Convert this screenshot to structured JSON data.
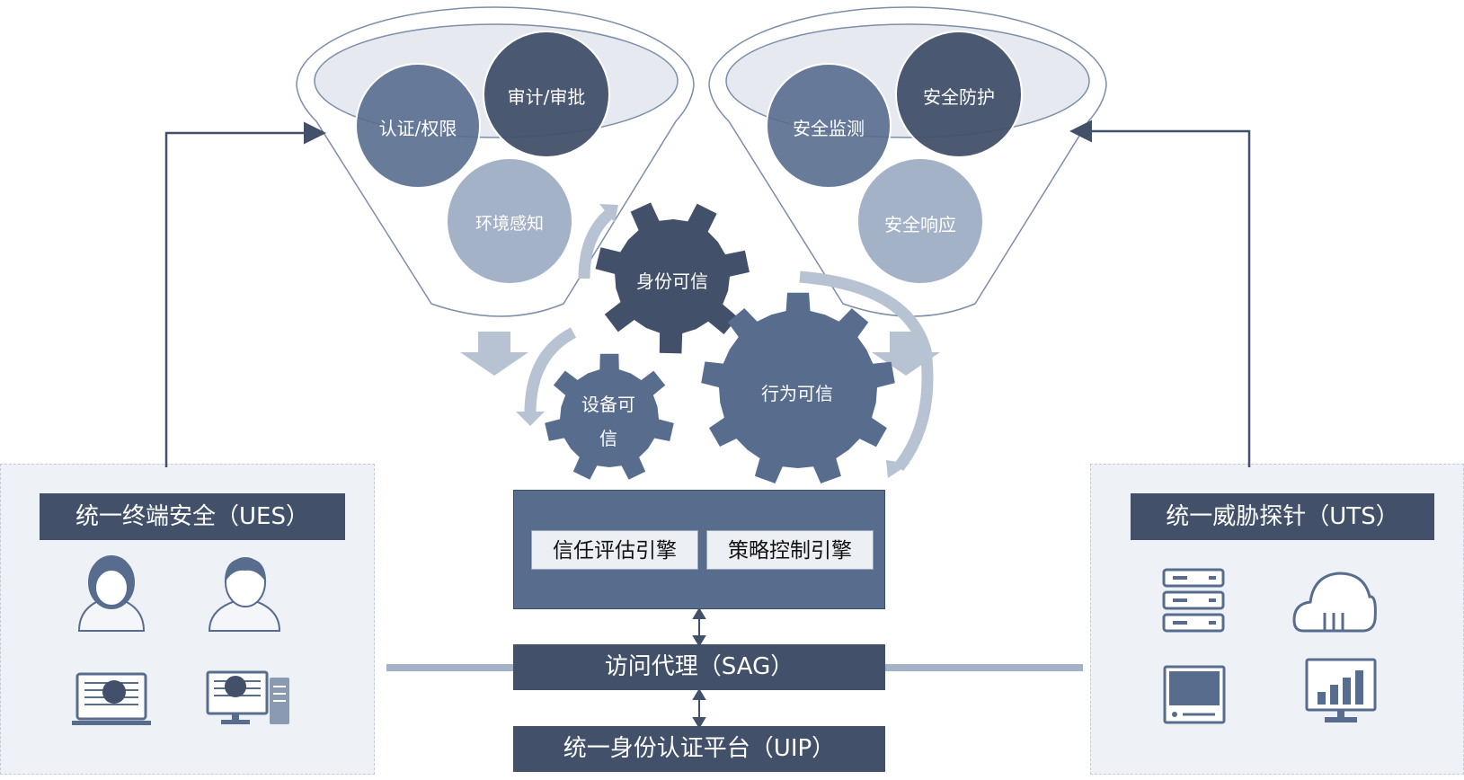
{
  "funnels": {
    "left": {
      "circles": [
        "认证/权限",
        "审计/审批",
        "环境感知"
      ]
    },
    "right": {
      "circles": [
        "安全监测",
        "安全防护",
        "安全响应"
      ]
    }
  },
  "gears": {
    "identity": "身份可信",
    "device_line1": "设备可",
    "device_line2": "信",
    "behavior": "行为可信"
  },
  "engines": {
    "trust": "信任评估引擎",
    "policy": "策略控制引擎"
  },
  "bars": {
    "sag": "访问代理（SAG）",
    "uip": "统一身份认证平台（UIP）"
  },
  "panels": {
    "ues": {
      "title": "统一终端安全（UES）",
      "icons": [
        "female-user-icon",
        "male-user-icon",
        "laptop-icon",
        "desktop-pc-icon"
      ]
    },
    "uts": {
      "title": "统一威胁探针（UTS）",
      "icons": [
        "server-rack-icon",
        "cloud-icon",
        "monitor-icon",
        "bar-chart-monitor-icon"
      ]
    }
  },
  "colors": {
    "dark": "#425069",
    "mid": "#586d8e",
    "light": "#a4b2c8",
    "arrow": "#b7c3d3",
    "panel_bg": "#eef1f5"
  }
}
